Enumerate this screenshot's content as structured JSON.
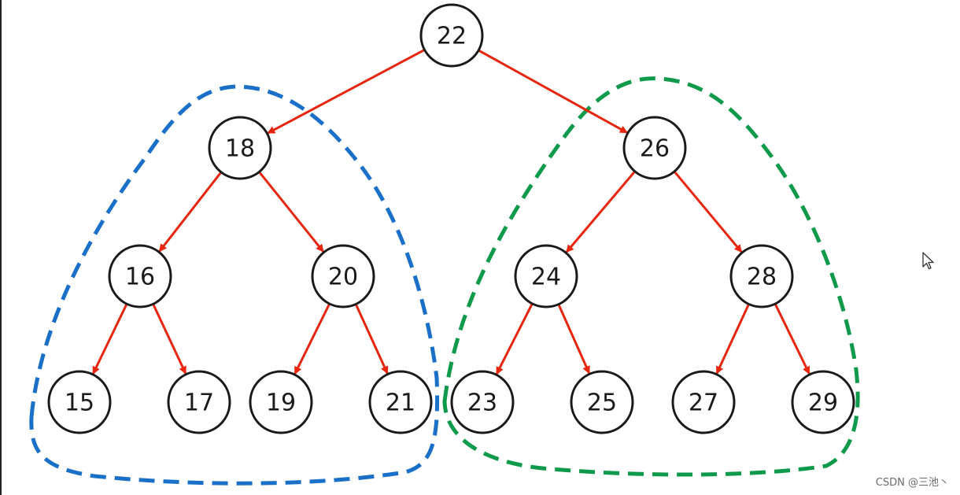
{
  "tree": {
    "nodes": [
      {
        "id": "n22",
        "label": "22"
      },
      {
        "id": "n18",
        "label": "18"
      },
      {
        "id": "n26",
        "label": "26"
      },
      {
        "id": "n16",
        "label": "16"
      },
      {
        "id": "n20",
        "label": "20"
      },
      {
        "id": "n24",
        "label": "24"
      },
      {
        "id": "n28",
        "label": "28"
      },
      {
        "id": "n15",
        "label": "15"
      },
      {
        "id": "n17",
        "label": "17"
      },
      {
        "id": "n19",
        "label": "19"
      },
      {
        "id": "n21",
        "label": "21"
      },
      {
        "id": "n23",
        "label": "23"
      },
      {
        "id": "n25",
        "label": "25"
      },
      {
        "id": "n27",
        "label": "27"
      },
      {
        "id": "n29",
        "label": "29"
      }
    ],
    "edges": [
      {
        "from": "n22",
        "to": "n18"
      },
      {
        "from": "n22",
        "to": "n26"
      },
      {
        "from": "n18",
        "to": "n16"
      },
      {
        "from": "n18",
        "to": "n20"
      },
      {
        "from": "n26",
        "to": "n24"
      },
      {
        "from": "n26",
        "to": "n28"
      },
      {
        "from": "n16",
        "to": "n15"
      },
      {
        "from": "n16",
        "to": "n17"
      },
      {
        "from": "n20",
        "to": "n19"
      },
      {
        "from": "n20",
        "to": "n21"
      },
      {
        "from": "n24",
        "to": "n23"
      },
      {
        "from": "n24",
        "to": "n25"
      },
      {
        "from": "n28",
        "to": "n27"
      },
      {
        "from": "n28",
        "to": "n29"
      }
    ],
    "regions": [
      {
        "id": "left-subtree",
        "color": "#1a6fc9"
      },
      {
        "id": "right-subtree",
        "color": "#0e9a4a"
      }
    ]
  },
  "colors": {
    "edge": "#e8260f",
    "node_stroke": "#1a1a1a",
    "node_fill": "#ffffff"
  },
  "icons": {
    "cursor": "mouse-pointer-icon"
  },
  "watermark": {
    "text": "CSDN @三池丶"
  }
}
